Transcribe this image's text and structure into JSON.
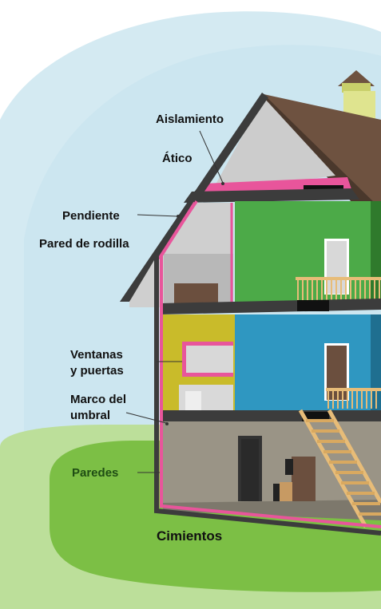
{
  "labels": {
    "insulation": "Aislamiento",
    "attic": "Ático",
    "slope": "Pendiente",
    "knee_wall": "Pared de rodilla",
    "windows_line1": "Ventanas",
    "windows_line2": "y puertas",
    "sill_line1": "Marco del",
    "sill_line2": "umbral",
    "walls": "Paredes",
    "foundation": "Cimientos"
  },
  "colors": {
    "sky": "#d4eaf2",
    "grass": "#7cbf45",
    "grass_light": "#bcdf9a",
    "roof": "#6e5240",
    "wall_outline": "#3c3c3c",
    "insulation": "#e8559b",
    "attic": "#cccccc",
    "upper_room": "#4caa48",
    "middle_room": "#2f97c1",
    "yellow_room": "#c9bb2a",
    "basement": "#9a9486",
    "stairs": "#e7bc78",
    "chimney": "#dfe48f"
  }
}
